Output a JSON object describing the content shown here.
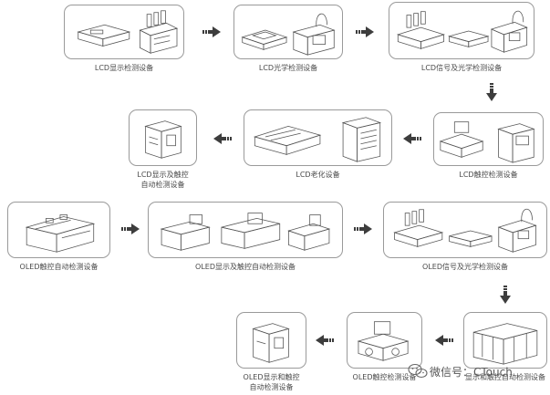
{
  "nodes": {
    "n1": {
      "label": "LCD显示检测设备"
    },
    "n2": {
      "label": "LCD光学检测设备"
    },
    "n3": {
      "label": "LCD信号及光学检测设备"
    },
    "n4": {
      "label": "LCD触控检测设备"
    },
    "n5": {
      "label": "LCD老化设备"
    },
    "n6": {
      "line1": "LCD显示及触控",
      "line2": "自动检测设备"
    },
    "n7": {
      "label": "OLED触控自动检测设备"
    },
    "n8": {
      "label": "OLED显示及触控自动检测设备"
    },
    "n9": {
      "label": "OLED信号及光学检测设备"
    },
    "n10": {
      "label": "显示和触控自动检测设备"
    },
    "n11": {
      "label": "OLED触控检测设备"
    },
    "n12": {
      "line1": "OLED显示和触控",
      "line2": "自动检测设备"
    }
  },
  "watermark": {
    "text": "微信号：CTouch"
  },
  "colors": {
    "border": "#9a9a9a",
    "arrow": "#3d3d3d",
    "text": "#4a4a4a",
    "line": "#555555"
  }
}
